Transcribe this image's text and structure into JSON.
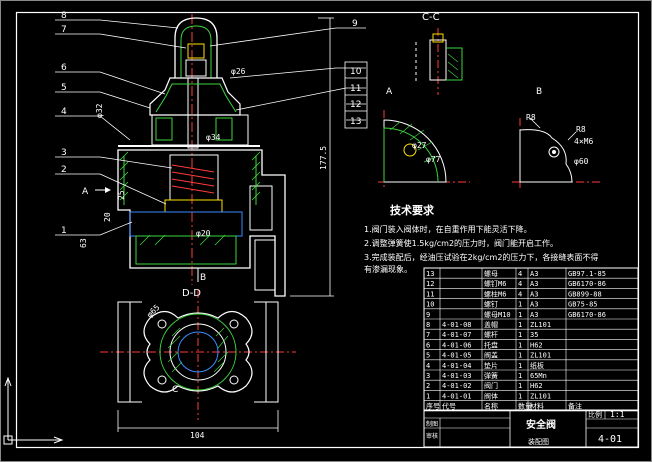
{
  "drawing": {
    "title": "安全阀",
    "scale_label": "比例",
    "scale": "1:1",
    "drawing_no": "4-01",
    "sub_title": "装配图",
    "signoff": [
      "制图",
      "审核"
    ]
  },
  "section_labels": {
    "cc": "C-C",
    "a": "A",
    "b": "B",
    "dd": "D-D",
    "c": "C",
    "b_arrow": "B",
    "a_arrow": "A"
  },
  "leader_numbers": [
    "8",
    "7",
    "6",
    "5",
    "4",
    "3",
    "2",
    "1",
    "9",
    "10",
    "11",
    "12",
    "13"
  ],
  "dimensions": {
    "height": "177.5",
    "d32": "φ32",
    "d26": "φ26",
    "d34": "φ34",
    "d20": "φ20",
    "d27": "φ27",
    "d60": "φ60",
    "m": "4×M6",
    "r8a": "R8",
    "r8b": "R8",
    "width": "104",
    "d65": "φ65",
    "v25": "25",
    "v20": "20",
    "v63": "63"
  },
  "requirements": {
    "title": "技术要求",
    "items": [
      "1.阀门装入阀体时，在自重作用下能灵活下降。",
      "2.调整弹簧使1.5kg/cm2的压力时，阀门能开启工作。",
      "3.完成装配后，经油压试验在2kg/cm2的压力下，各接缝表面不得",
      "有渗漏现象。"
    ]
  },
  "bom": {
    "headers": [
      "序号",
      "代号",
      "名称",
      "数量",
      "材料",
      "备注"
    ],
    "rows": [
      [
        "13",
        "",
        "螺母",
        "4",
        "A3",
        "GB97.1-85"
      ],
      [
        "12",
        "",
        "螺钉M6",
        "4",
        "A3",
        "GB6170-86"
      ],
      [
        "11",
        "",
        "螺柱M6",
        "4",
        "A3",
        "GB899-88"
      ],
      [
        "10",
        "",
        "螺钉",
        "1",
        "A3",
        "GB75-85"
      ],
      [
        "9",
        "",
        "螺母M10",
        "1",
        "A3",
        "GB6170-86"
      ],
      [
        "8",
        "4-01-08",
        "盖帽",
        "1",
        "ZL101",
        ""
      ],
      [
        "7",
        "4-01-07",
        "螺杆",
        "1",
        "35",
        ""
      ],
      [
        "6",
        "4-01-06",
        "托盘",
        "1",
        "H62",
        ""
      ],
      [
        "5",
        "4-01-05",
        "阀盖",
        "1",
        "ZL101",
        ""
      ],
      [
        "4",
        "4-01-04",
        "垫片",
        "1",
        "纸板",
        ""
      ],
      [
        "3",
        "4-01-03",
        "弹簧",
        "1",
        "65Mn",
        ""
      ],
      [
        "2",
        "4-01-02",
        "阀门",
        "1",
        "H62",
        ""
      ],
      [
        "1",
        "4-01-01",
        "阀体",
        "1",
        "ZL101",
        ""
      ]
    ]
  },
  "colors": {
    "background": "#000000",
    "line": "#ffffff",
    "center": "#ff3b3b",
    "hatch": "#3cd43c",
    "section": "#e6e600",
    "accent": "#3a8bff"
  }
}
